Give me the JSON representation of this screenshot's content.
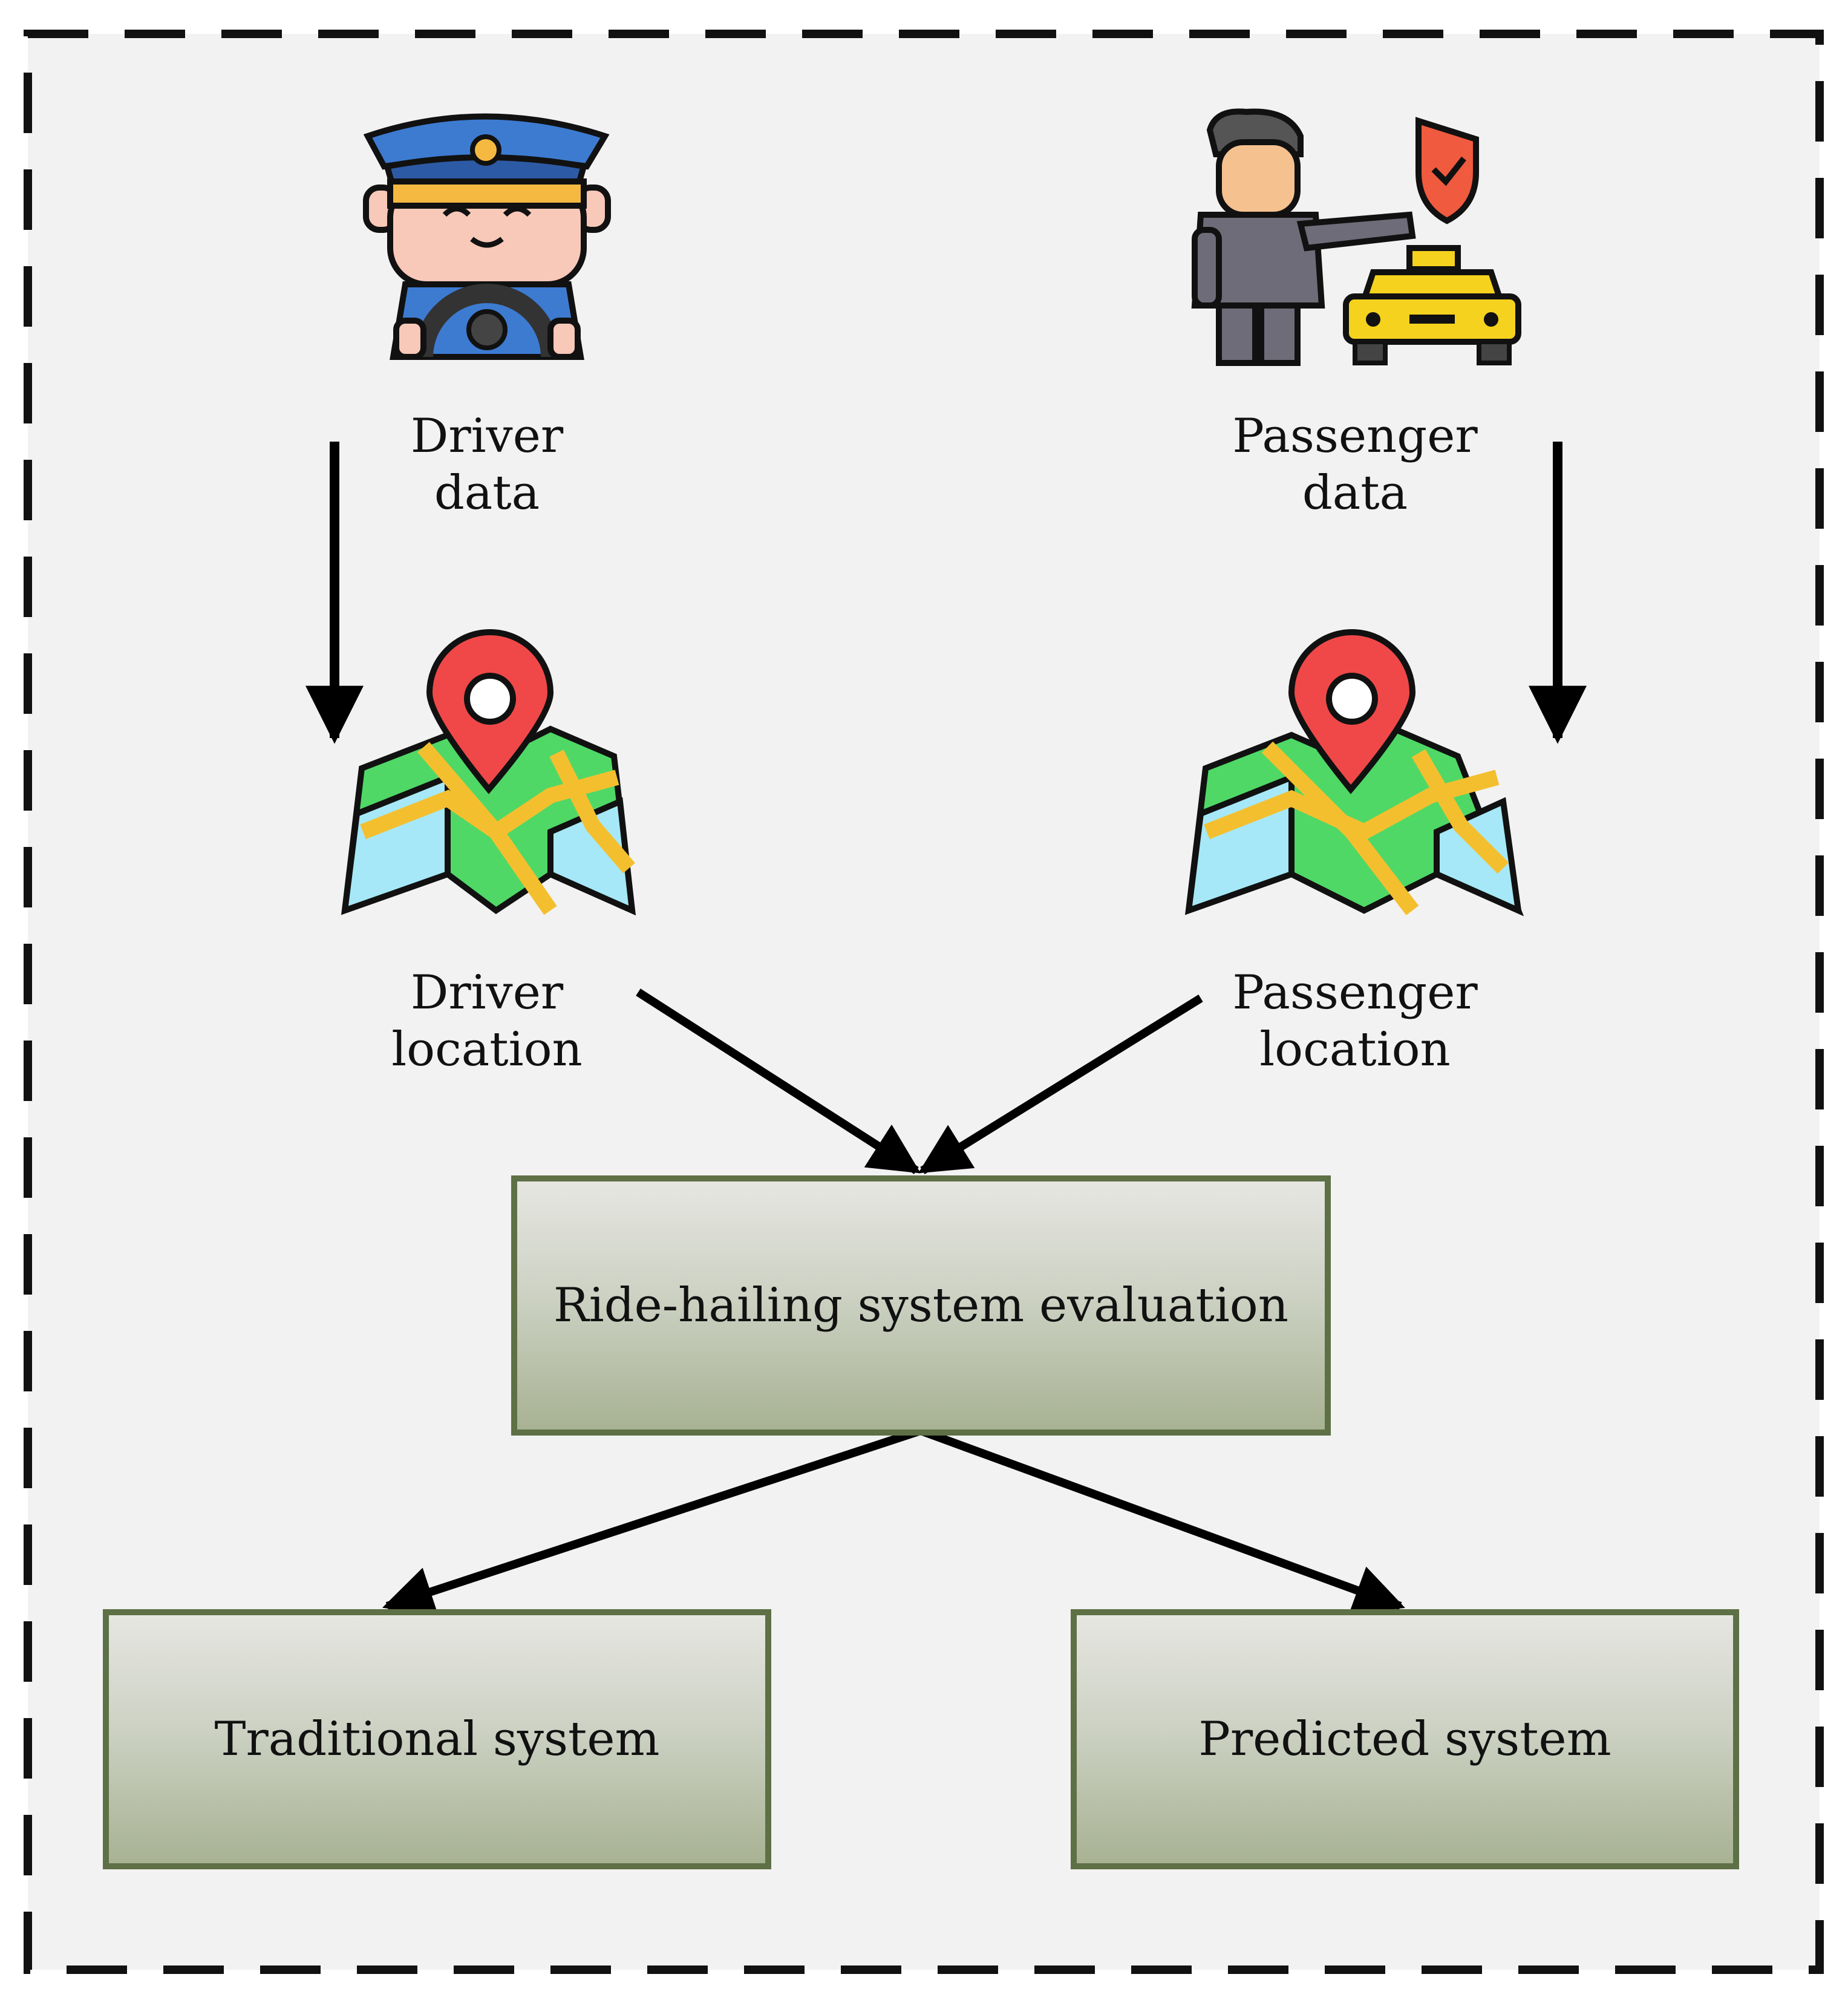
{
  "nodes": {
    "driver_data": {
      "line1": "Driver",
      "line2": "data"
    },
    "passenger_data": {
      "line1": "Passenger",
      "line2": "data"
    },
    "driver_location": {
      "line1": "Driver",
      "line2": "location"
    },
    "passenger_location": {
      "line1": "Passenger",
      "line2": "location"
    },
    "evaluation": {
      "label": "Ride-hailing system evaluation"
    },
    "traditional": {
      "label": "Traditional system"
    },
    "predicted": {
      "label": "Predicted system"
    }
  },
  "edges": [
    {
      "from": "driver_data",
      "to": "driver_location"
    },
    {
      "from": "passenger_data",
      "to": "passenger_location"
    },
    {
      "from": "driver_location",
      "to": "evaluation"
    },
    {
      "from": "passenger_location",
      "to": "evaluation"
    },
    {
      "from": "evaluation",
      "to": "traditional"
    },
    {
      "from": "evaluation",
      "to": "predicted"
    }
  ],
  "icons": [
    "driver-icon",
    "passenger-taxi-icon",
    "map-pin-icon"
  ],
  "colors": {
    "background": "#f2f2f2",
    "border": "#111111",
    "box_border": "#5e7045",
    "box_fill_top": "#e6e6e1",
    "box_fill_bottom": "#a8b293",
    "arrow": "#000000",
    "pin_red": "#f04848",
    "map_green": "#4fd866",
    "map_blue": "#a6e8f7",
    "map_road": "#f4bf2e"
  }
}
